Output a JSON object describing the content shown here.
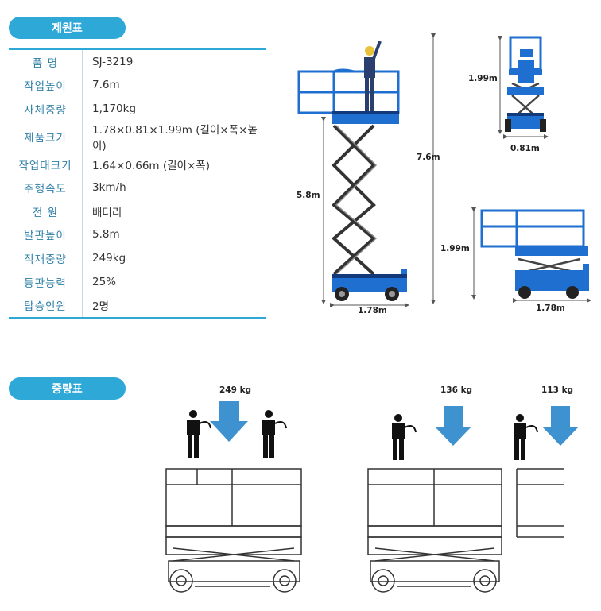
{
  "sections": {
    "spec_title": "제원표",
    "weight_title": "중량표"
  },
  "specs": [
    {
      "label": "품    명",
      "value": "SJ-3219"
    },
    {
      "label": "작업높이",
      "value": "7.6m"
    },
    {
      "label": "자체중량",
      "value": "1,170kg"
    },
    {
      "label": "제품크기",
      "value": "1.78×0.81×1.99m (길이×폭×높이)"
    },
    {
      "label": "작업대크기",
      "value": "1.64×0.66m (길이×폭)"
    },
    {
      "label": "주행속도",
      "value": "3km/h"
    },
    {
      "label": "전    원",
      "value": "배터리"
    },
    {
      "label": "발판높이",
      "value": "5.8m"
    },
    {
      "label": "적재중량",
      "value": "249kg"
    },
    {
      "label": "등판능력",
      "value": "25%"
    },
    {
      "label": "탑승인원",
      "value": "2명"
    }
  ],
  "dimensions": {
    "side_view_length": "1.78m",
    "side_view_platform_height": "5.8m",
    "side_view_working_height": "7.6m",
    "front_view_height": "1.99m",
    "front_view_width": "0.81m",
    "stowed_height": "1.99m",
    "stowed_length": "1.78m"
  },
  "weight_loads": [
    {
      "label": "249 kg"
    },
    {
      "label": "136 kg"
    },
    {
      "label": "113 kg"
    }
  ],
  "colors": {
    "accent": "#2ea8d7",
    "machine_blue": "#1e6fd0",
    "machine_dark": "#123a7a"
  }
}
